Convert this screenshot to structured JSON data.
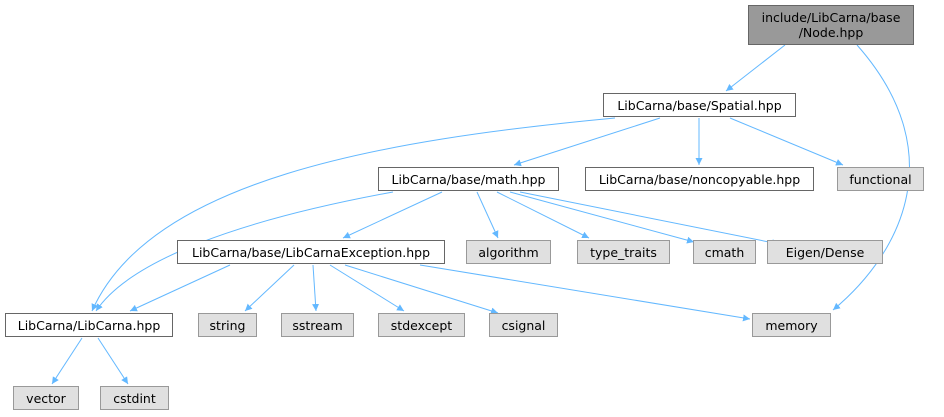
{
  "colors": {
    "edge": "#63b8ff",
    "focus_fill": "#999999",
    "focus_border": "#666666",
    "local_fill": "#ffffff",
    "local_border": "#666666",
    "external_fill": "#e0e0e0",
    "external_border": "#999999"
  },
  "nodes": {
    "node_hpp": {
      "label": "include/LibCarna/base\n/Node.hpp",
      "kind": "focus"
    },
    "spatial_hpp": {
      "label": "LibCarna/base/Spatial.hpp",
      "kind": "local"
    },
    "math_hpp": {
      "label": "LibCarna/base/math.hpp",
      "kind": "local"
    },
    "noncopyable_hpp": {
      "label": "LibCarna/base/noncopyable.hpp",
      "kind": "local"
    },
    "functional": {
      "label": "functional",
      "kind": "external"
    },
    "exception_hpp": {
      "label": "LibCarna/base/LibCarnaException.hpp",
      "kind": "local"
    },
    "algorithm": {
      "label": "algorithm",
      "kind": "external"
    },
    "type_traits": {
      "label": "type_traits",
      "kind": "external"
    },
    "cmath": {
      "label": "cmath",
      "kind": "external"
    },
    "eigen_dense": {
      "label": "Eigen/Dense",
      "kind": "external"
    },
    "libcarna_hpp": {
      "label": "LibCarna/LibCarna.hpp",
      "kind": "local"
    },
    "string": {
      "label": "string",
      "kind": "external"
    },
    "sstream": {
      "label": "sstream",
      "kind": "external"
    },
    "stdexcept": {
      "label": "stdexcept",
      "kind": "external"
    },
    "csignal": {
      "label": "csignal",
      "kind": "external"
    },
    "memory": {
      "label": "memory",
      "kind": "external"
    },
    "vector": {
      "label": "vector",
      "kind": "external"
    },
    "cstdint": {
      "label": "cstdint",
      "kind": "external"
    }
  },
  "edges": [
    {
      "from": "node_hpp",
      "to": "spatial_hpp"
    },
    {
      "from": "node_hpp",
      "to": "memory"
    },
    {
      "from": "spatial_hpp",
      "to": "libcarna_hpp"
    },
    {
      "from": "spatial_hpp",
      "to": "math_hpp"
    },
    {
      "from": "spatial_hpp",
      "to": "noncopyable_hpp"
    },
    {
      "from": "spatial_hpp",
      "to": "functional"
    },
    {
      "from": "math_hpp",
      "to": "libcarna_hpp"
    },
    {
      "from": "math_hpp",
      "to": "exception_hpp"
    },
    {
      "from": "math_hpp",
      "to": "algorithm"
    },
    {
      "from": "math_hpp",
      "to": "type_traits"
    },
    {
      "from": "math_hpp",
      "to": "cmath"
    },
    {
      "from": "math_hpp",
      "to": "eigen_dense"
    },
    {
      "from": "exception_hpp",
      "to": "libcarna_hpp"
    },
    {
      "from": "exception_hpp",
      "to": "string"
    },
    {
      "from": "exception_hpp",
      "to": "sstream"
    },
    {
      "from": "exception_hpp",
      "to": "stdexcept"
    },
    {
      "from": "exception_hpp",
      "to": "csignal"
    },
    {
      "from": "exception_hpp",
      "to": "memory"
    },
    {
      "from": "libcarna_hpp",
      "to": "vector"
    },
    {
      "from": "libcarna_hpp",
      "to": "cstdint"
    }
  ]
}
